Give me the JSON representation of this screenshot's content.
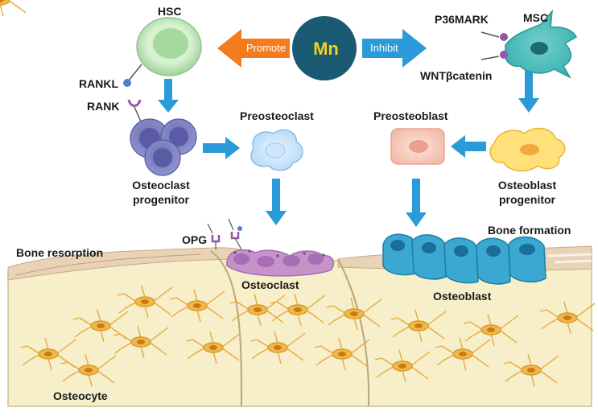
{
  "center": {
    "element": "Mn"
  },
  "arrows": {
    "promote": "Promote",
    "inhibit": "Inhibit"
  },
  "labels": {
    "hsc": "HSC",
    "rankl": "RANKL",
    "rank": "RANK",
    "osteoclast_progenitor": [
      "Osteoclast",
      "progenitor"
    ],
    "preosteoclast": "Preosteoclast",
    "opg": "OPG",
    "bone_resorption": "Bone resorption",
    "osteoclast": "Osteoclast",
    "osteocyte": "Osteocyte",
    "p36mark": "P36MARK",
    "msc": "MSC",
    "wnt": "WNTβcatenin",
    "preosteoblast": "Preosteoblast",
    "osteoblast_progenitor": [
      "Osteoblast",
      "progenitor"
    ],
    "bone_formation": "Bone formation",
    "osteoblast": "Osteoblast"
  },
  "colors": {
    "promote": "#f47c1e",
    "inhibit": "#2a9ad8",
    "mn_circle": "#1a5a72",
    "mn_text": "#f5d21a"
  }
}
